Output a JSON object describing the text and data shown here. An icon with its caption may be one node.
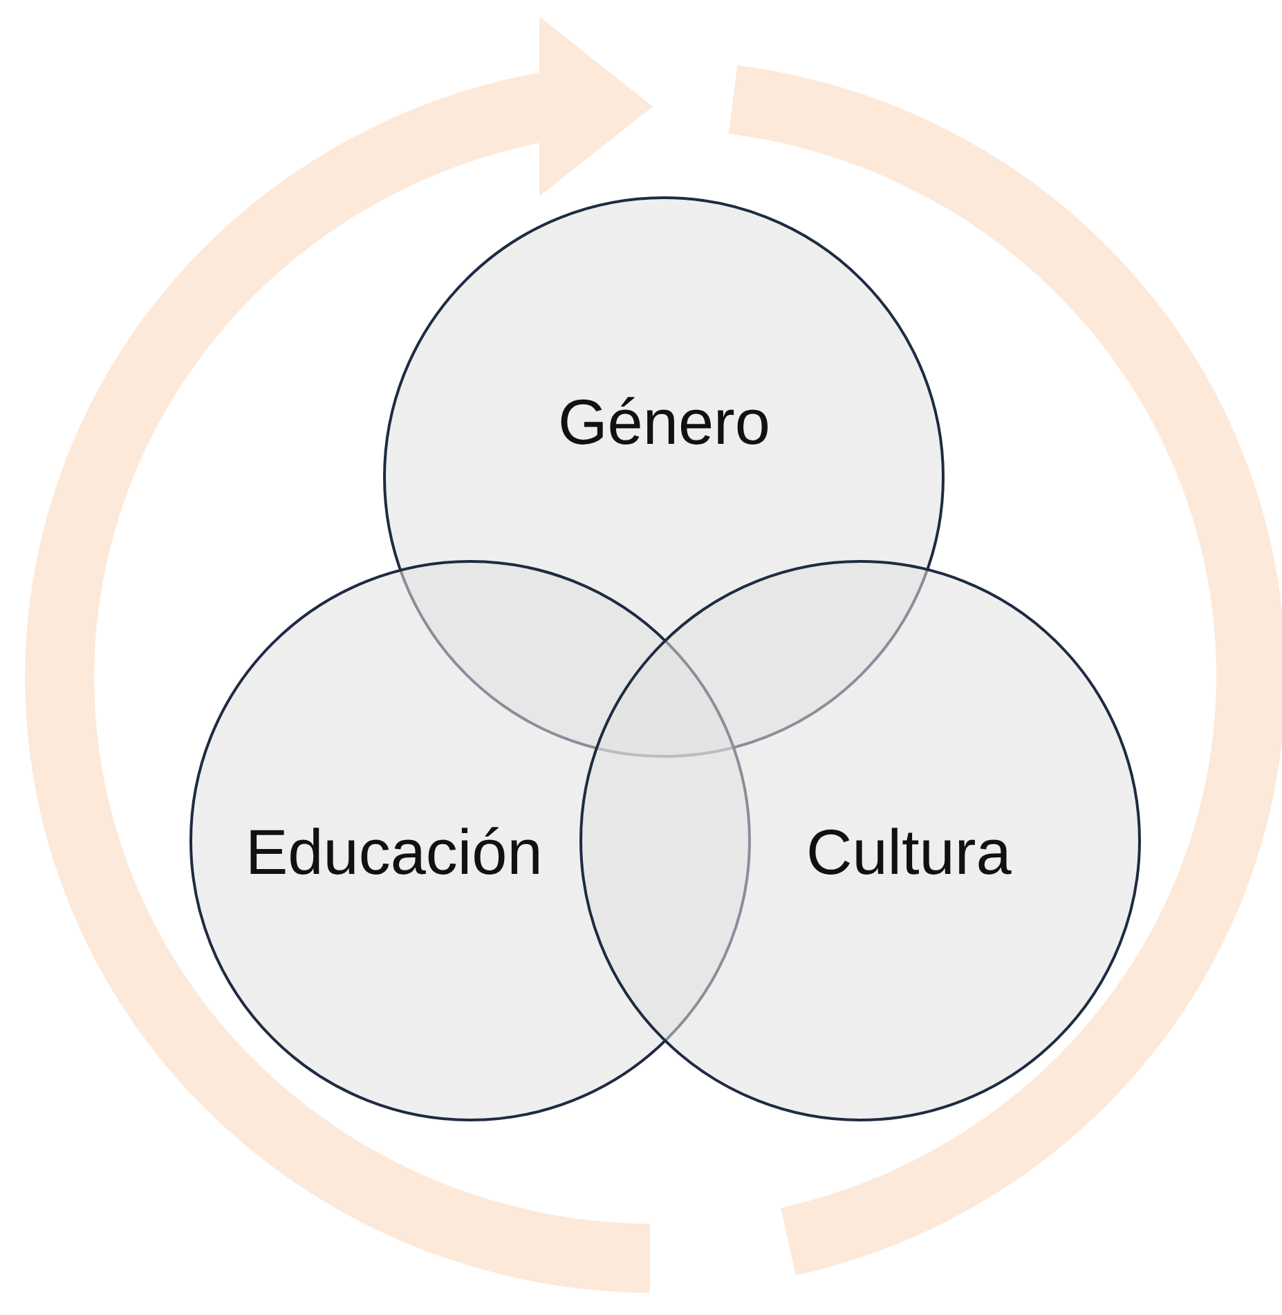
{
  "diagram": {
    "nodes": [
      {
        "text": [
          "Género"
        ]
      },
      {
        "text": [
          "Educación"
        ]
      },
      {
        "text": [
          "Cultura"
        ]
      }
    ]
  }
}
